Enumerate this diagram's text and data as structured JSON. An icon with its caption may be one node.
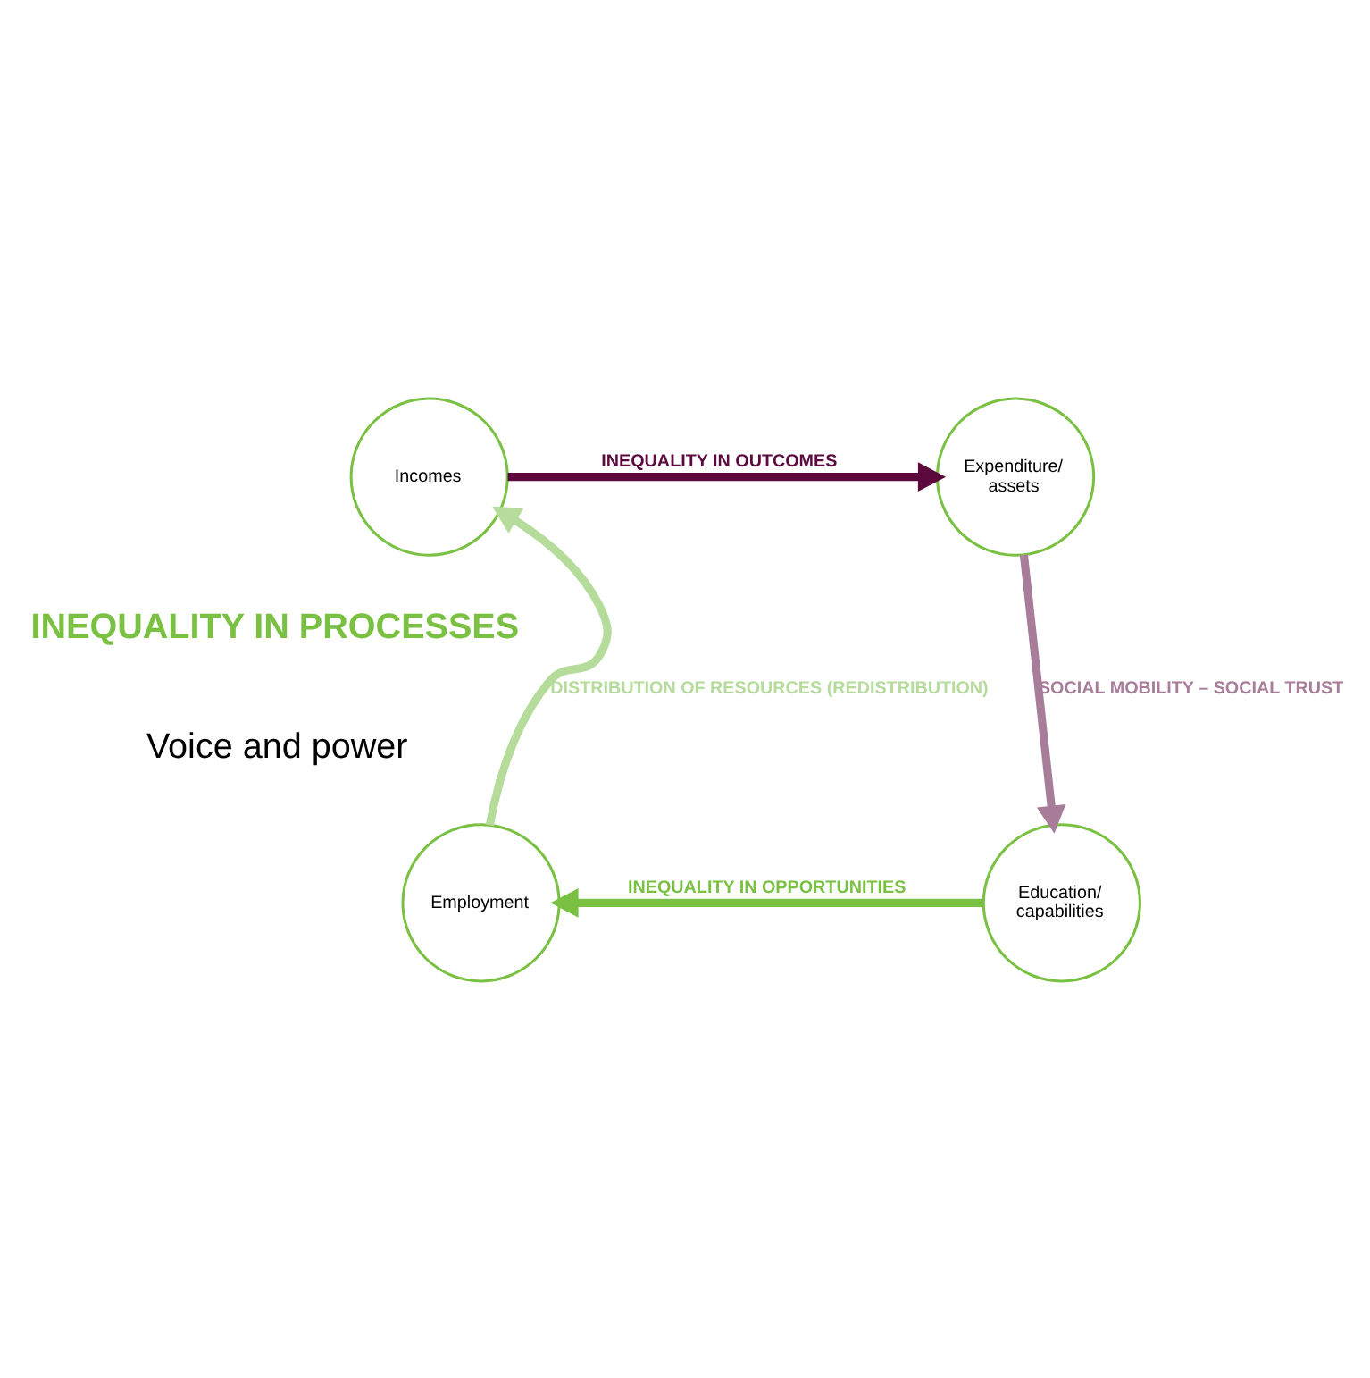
{
  "diagram": {
    "nodes": [
      {
        "text": [
          "Incomes"
        ]
      },
      {
        "text": [
          "Expenditure/ assets"
        ]
      },
      {
        "text": [
          "Education/ capabilities"
        ]
      },
      {
        "text": [
          "Employment"
        ]
      }
    ],
    "edges": [
      {
        "from": 0,
        "to": 1,
        "arrow": "to",
        "label": "INEQUALITY IN OUTCOMES",
        "color": "#5c0a3e"
      },
      {
        "from": 1,
        "to": 2,
        "arrow": "to",
        "label": "SOCIAL MOBILITY – SOCIAL TRUST",
        "color": "#a87d9a"
      },
      {
        "from": 2,
        "to": 3,
        "arrow": "to",
        "label": "INEQUALITY IN OPPORTUNITIES",
        "color": "#7ac143"
      },
      {
        "from": 3,
        "to": 0,
        "arrow": "to",
        "label": "DISTRIBUTION OF RESOURCES (REDISTRIBUTION)",
        "color": "#b5dc9a"
      }
    ],
    "labels": [
      "INEQUALITY IN PROCESSES",
      "Voice and power"
    ]
  }
}
